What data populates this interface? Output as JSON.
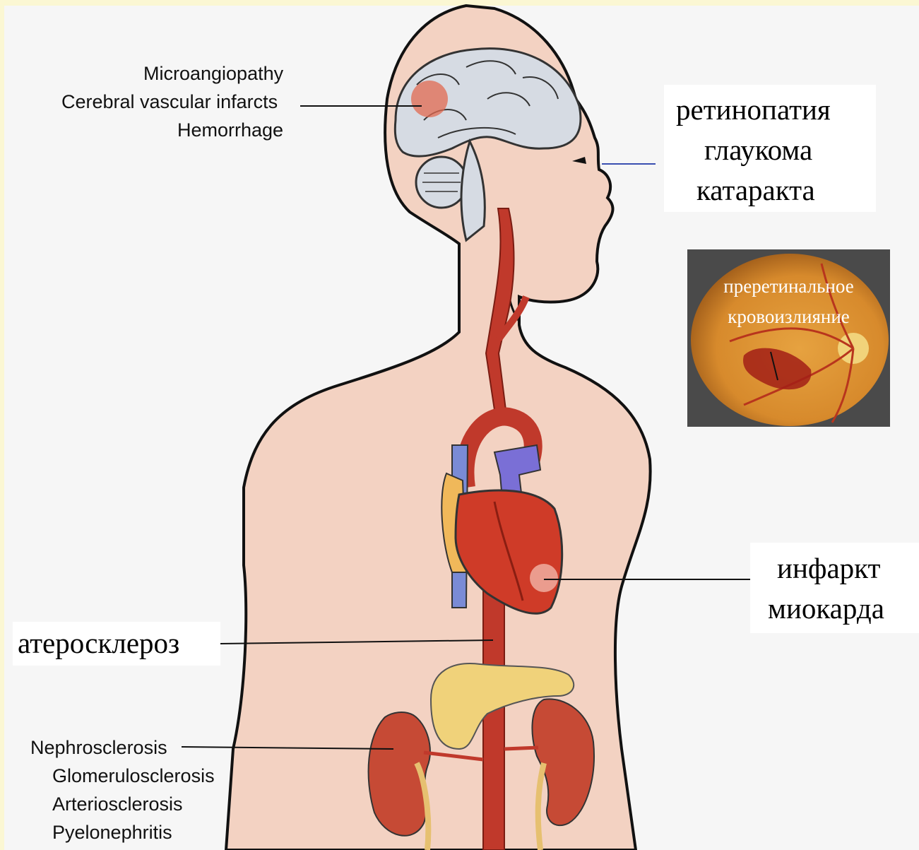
{
  "brain_labels": [
    "Microangiopathy",
    "Cerebral vascular infarcts",
    "Hemorrhage"
  ],
  "eye_labels": [
    "ретинопатия",
    "глаукома",
    "катаракта"
  ],
  "fundus_caption": [
    "преретинальное",
    "кровоизлияние"
  ],
  "heart_labels": [
    "инфаркт",
    "миокарда"
  ],
  "aorta_label": "атеросклероз",
  "kidney_labels": [
    "Nephrosclerosis",
    "Glomerulosclerosis",
    "Arteriosclerosis",
    "Pyelonephritis"
  ],
  "colors": {
    "background": "#fbf7d3",
    "skin": "#f3d2c2",
    "brain": "#d6dbe3",
    "artery": "#c0392b",
    "vein": "#7a6fd6",
    "heart": "#cf3b28",
    "pancreas": "#f0d27a",
    "kidney": "#c64a35",
    "lesion": "#e26a50"
  }
}
